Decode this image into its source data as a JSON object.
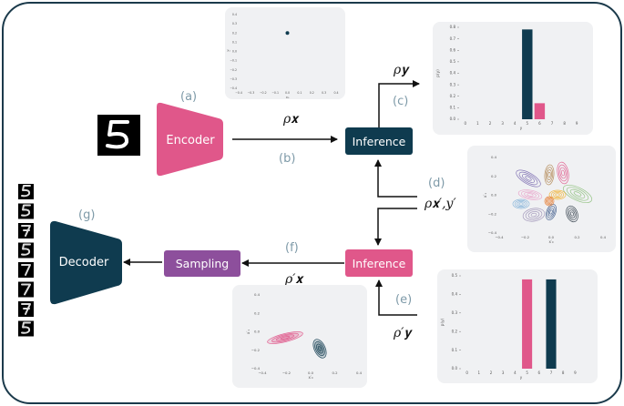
{
  "colors": {
    "frame": "#1b3a4b",
    "dark": "#0f3b4f",
    "pink": "#e0578a",
    "purple": "#8d4f9c",
    "step_label": "#7e9aa8",
    "panel_bg": "#f0f1f3"
  },
  "blocks": {
    "encoder": "Encoder",
    "inference_top": "Inference",
    "inference_bottom": "Inference",
    "sampling": "Sampling",
    "decoder": "Decoder"
  },
  "steps": {
    "a": "(a)",
    "b": "(b)",
    "c": "(c)",
    "d": "(d)",
    "e": "(e)",
    "f": "(f)",
    "g": "(g)"
  },
  "math": {
    "rho_x": "ρ𝐱",
    "rho_y": "ρ𝐲",
    "rho_xy_prime": "ρ𝐱′,y′",
    "rho_x_prime": "ρ′𝐱",
    "rho_y_prime": "ρ′𝐲"
  },
  "icons": [
    "digit-five-input-image",
    "generated-digit-sample"
  ],
  "chart_data": [
    {
      "type": "scatter",
      "xlabel": "x₀",
      "ylabel": "x₁",
      "x_ticks": [
        "−0.4",
        "−0.3",
        "−0.2",
        "−0.1",
        "0.0",
        "0.1",
        "0.2",
        "0.3",
        "0.4"
      ],
      "y_ticks": [
        "0.4",
        "0.3",
        "0.2",
        "0.1",
        "0.0",
        "−0.1",
        "−0.2",
        "−0.3",
        "−0.4"
      ],
      "xlim": [
        -0.4,
        0.4
      ],
      "ylim": [
        -0.4,
        0.4
      ],
      "points": [
        {
          "x": 0.0,
          "y": 0.2
        }
      ]
    },
    {
      "type": "bar",
      "ylabel": "p(y)",
      "xlabel": "y",
      "categories": [
        "0",
        "1",
        "2",
        "3",
        "4",
        "5",
        "6",
        "7",
        "8",
        "9"
      ],
      "values": [
        0,
        0,
        0,
        0,
        0,
        0.84,
        0.15,
        0,
        0,
        0
      ],
      "y_ticks": [
        "0.8",
        "0.7",
        "0.6",
        "0.5",
        "0.4",
        "0.3",
        "0.2",
        "0.1",
        "0.0"
      ],
      "ylim": [
        0,
        0.86
      ],
      "bar_colors": {
        "5": "#0f3b4f",
        "6": "#e0578a"
      }
    },
    {
      "type": "scatter",
      "xlabel": "x′₀",
      "ylabel": "x′₁",
      "x_ticks": [
        "−0.4",
        "−0.2",
        "0.0",
        "0.2",
        "0.4"
      ],
      "y_ticks": [
        "0.4",
        "0.2",
        "0.0",
        "−0.2",
        "−0.4"
      ],
      "xlim": [
        -0.4,
        0.4
      ],
      "ylim": [
        -0.4,
        0.4
      ]
    },
    {
      "type": "scatter",
      "xlabel": "x′₀",
      "ylabel": "x′₁",
      "x_ticks": [
        "−0.4",
        "−0.2",
        "0.0",
        "0.2",
        "0.4"
      ],
      "y_ticks": [
        "0.4",
        "0.2",
        "0.0",
        "−0.2",
        "−0.4"
      ],
      "xlim": [
        -0.4,
        0.4
      ],
      "ylim": [
        -0.4,
        0.4
      ]
    },
    {
      "type": "bar",
      "ylabel": "p(y)",
      "xlabel": "y",
      "categories": [
        "0",
        "1",
        "2",
        "3",
        "4",
        "5",
        "6",
        "7",
        "8",
        "9"
      ],
      "values": [
        0,
        0,
        0,
        0,
        0,
        0.5,
        0,
        0.5,
        0,
        0
      ],
      "y_ticks": [
        "0.5",
        "0.4",
        "0.3",
        "0.2",
        "0.1",
        "0.0"
      ],
      "ylim": [
        0,
        0.52
      ],
      "bar_colors": {
        "5": "#e0578a",
        "7": "#0f3b4f"
      }
    }
  ]
}
